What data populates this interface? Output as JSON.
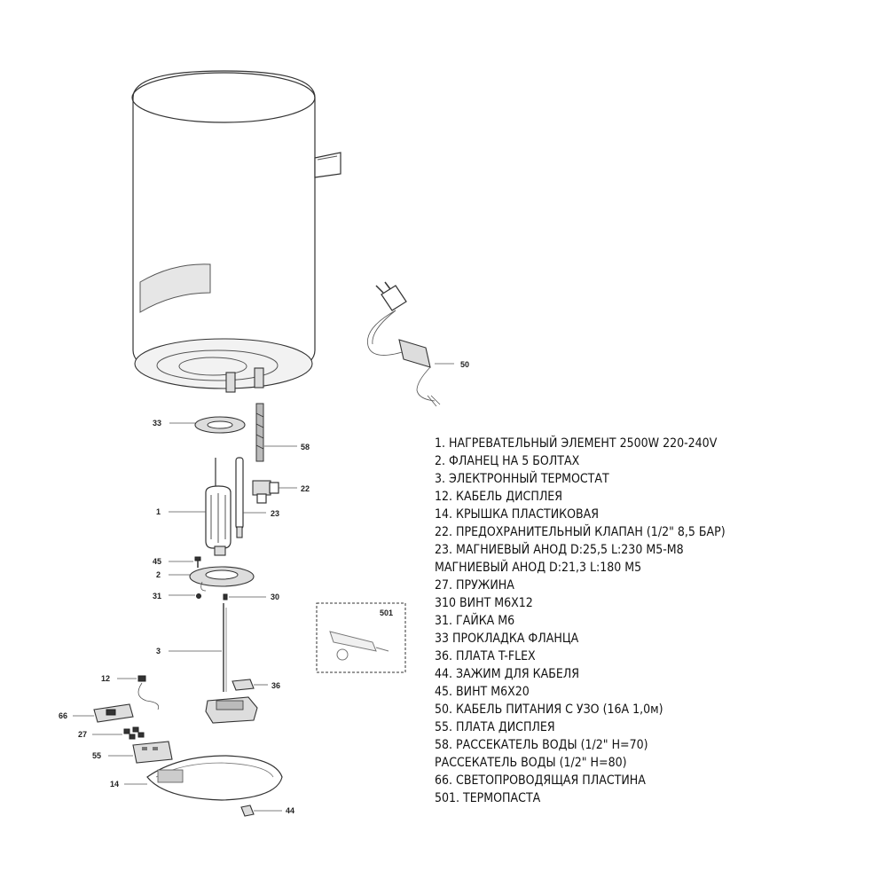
{
  "callouts": {
    "c1": "1",
    "c2": "2",
    "c3": "3",
    "c12": "12",
    "c14": "14",
    "c22": "22",
    "c23": "23",
    "c27": "27",
    "c30": "30",
    "c31": "31",
    "c33": "33",
    "c36": "36",
    "c44": "44",
    "c45": "45",
    "c50": "50",
    "c55": "55",
    "c58": "58",
    "c66": "66",
    "c501": "501"
  },
  "legend": [
    "1. НАГРЕВАТЕЛЬНЫЙ ЭЛЕМЕНТ 2500W 220-240V",
    "2. ФЛАНЕЦ НА 5 БОЛТАХ",
    "3. ЭЛЕКТРОННЫЙ ТЕРМОСТАТ",
    "12. КАБЕЛЬ ДИСПЛЕЯ",
    "14. КРЫШКА ПЛАСТИКОВАЯ",
    "22. ПРЕДОХРАНИТЕЛЬНЫЙ КЛАПАН (1/2\" 8,5 БАР)",
    "23. МАГНИЕВЫЙ АНОД D:25,5 L:230 M5-M8",
    "МАГНИЕВЫЙ АНОД D:21,3 L:180 M5",
    "27. ПРУЖИНА",
    "310 ВИНТ M6X12",
    "31. ГАЙКА M6",
    "33 ПРОКЛАДКА ФЛАНЦА",
    "36. ПЛАТА T-FLEX",
    "44. ЗАЖИМ ДЛЯ КАБЕЛЯ",
    "45. ВИНТ M6X20",
    "50. КАБЕЛЬ ПИТАНИЯ С УЗО (16А 1,0м)",
    "55. ПЛАТА ДИСПЛЕЯ",
    "58. РАССЕКАТЕЛЬ ВОДЫ (1/2\" H=70)",
    "РАССЕКАТЕЛЬ ВОДЫ (1/2\" H=80)",
    "66. СВЕТОПРОВОДЯЩАЯ ПЛАСТИНА",
    "501. ТЕРМОПАСТА"
  ]
}
